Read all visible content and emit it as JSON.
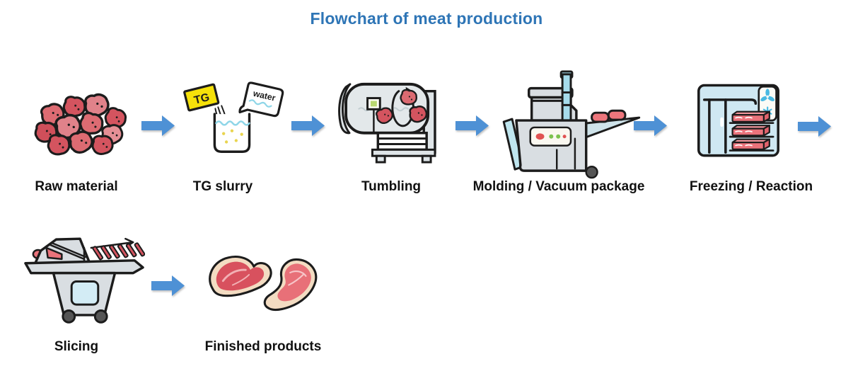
{
  "header": {
    "title": "Flowchart of meat production",
    "title_color": "#2E75B6"
  },
  "flow": {
    "arrow_color": "#4E91D5",
    "arrow_icon": "right-block-arrow-icon",
    "arrow_count": 6,
    "steps": [
      {
        "label": "Raw material",
        "icon": "raw-material-icon"
      },
      {
        "label": "TG slurry",
        "icon": "tg-slurry-icon"
      },
      {
        "label": "Tumbling",
        "icon": "tumbling-machine-icon"
      },
      {
        "label": "Molding / Vacuum package",
        "icon": "molding-vacuum-machine-icon"
      },
      {
        "label": "Freezing / Reaction",
        "icon": "freezer-icon"
      },
      {
        "label": "Slicing",
        "icon": "slicing-machine-icon"
      },
      {
        "label": "Finished products",
        "icon": "steaks-icon"
      }
    ],
    "icon_text": {
      "tg_label": "TG",
      "water_label": "water"
    },
    "colors": {
      "meat_red": "#D4545F",
      "meat_light": "#EA737B",
      "machine_gray": "#D9DEE2",
      "freezer_blue": "#CFE8F2",
      "accent_cyan": "#49B9E2",
      "tg_yellow": "#F5E10A",
      "outline": "#1C1C1C"
    }
  }
}
